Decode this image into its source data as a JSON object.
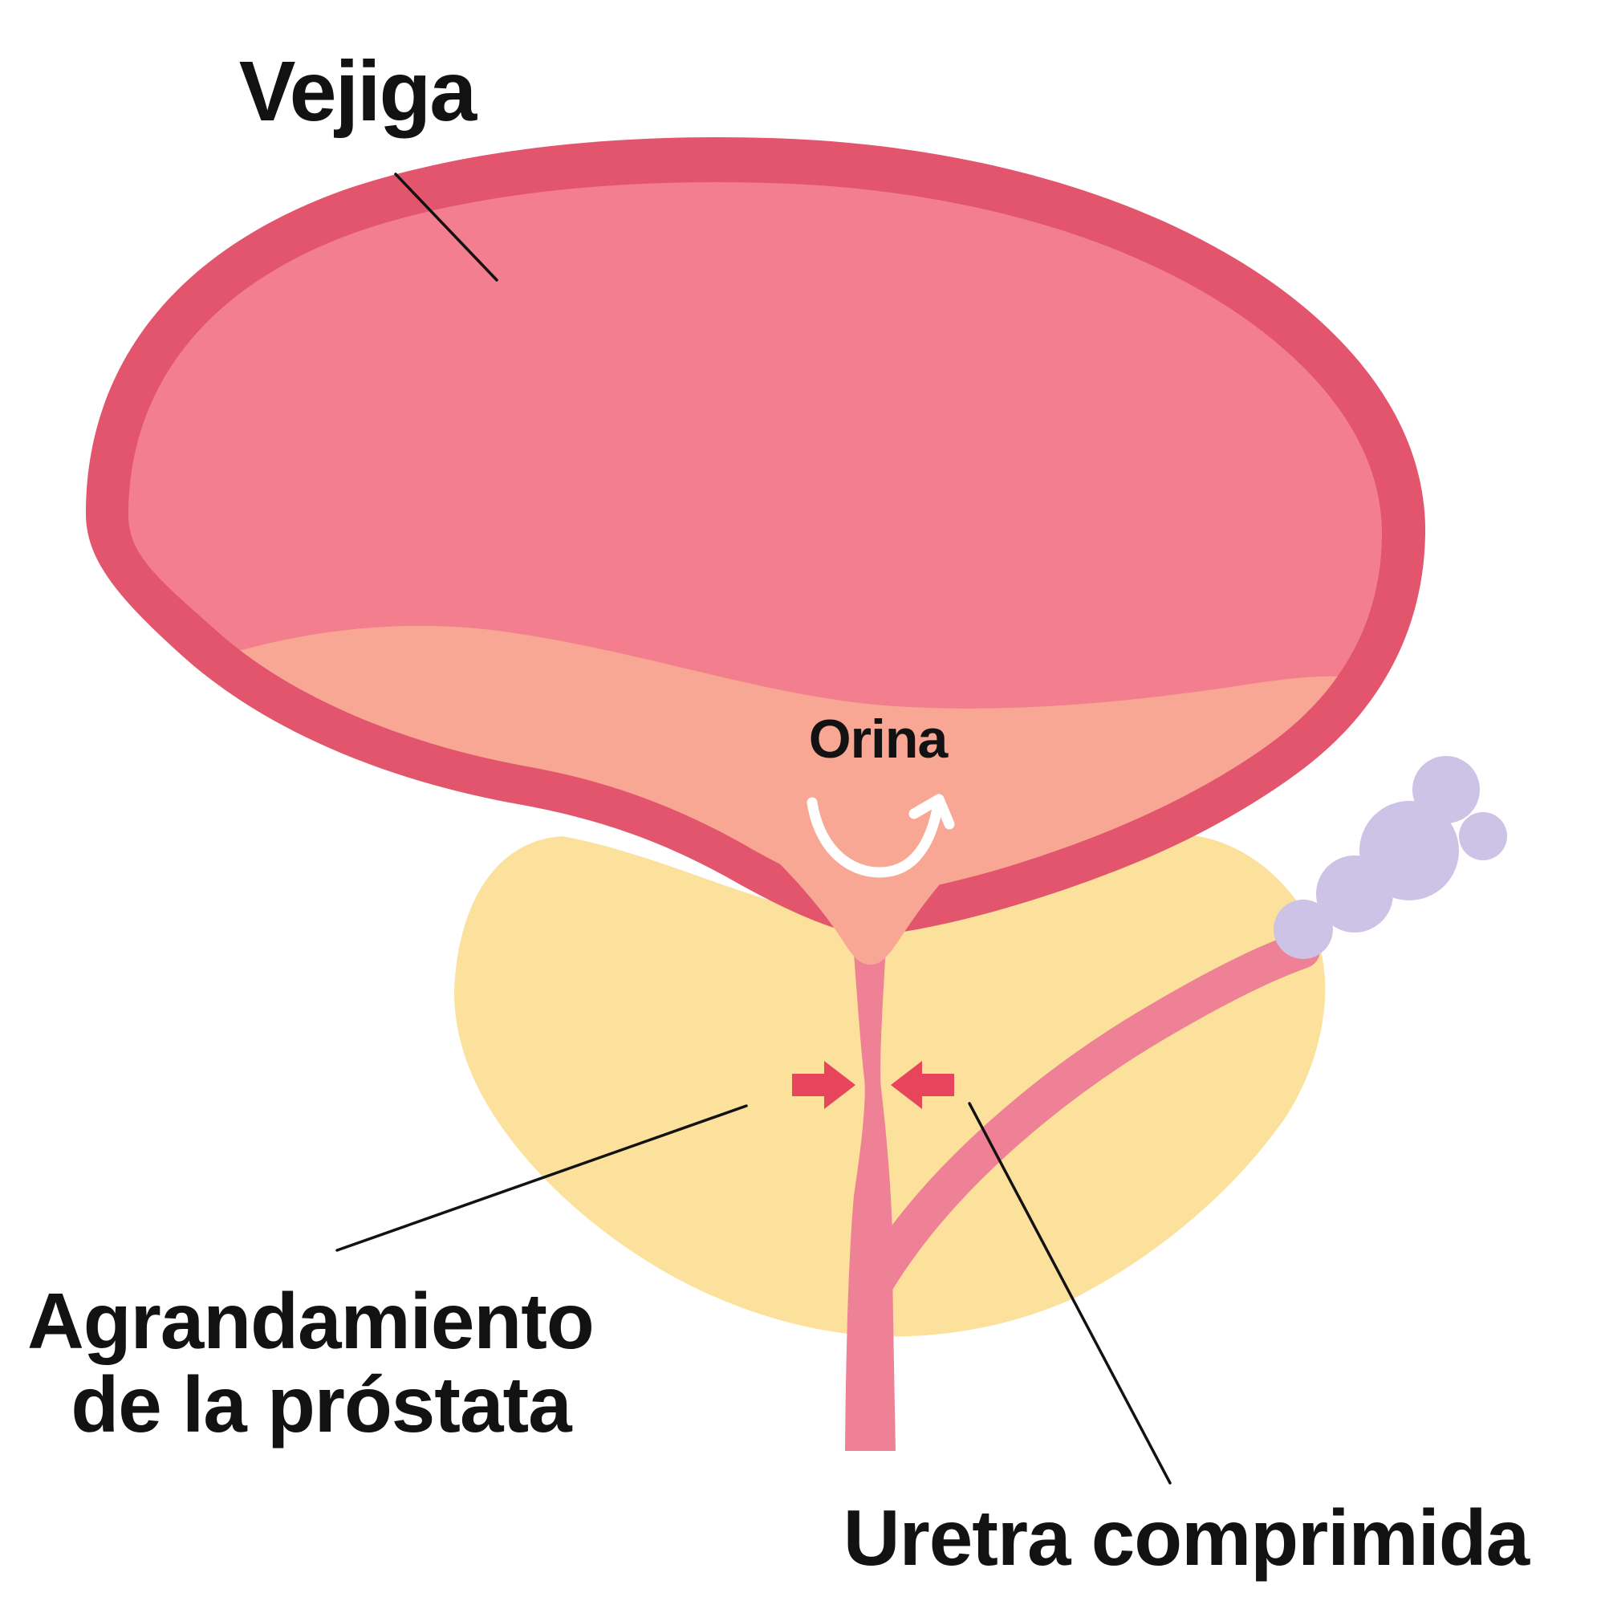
{
  "diagram": {
    "type": "medical-anatomy-illustration",
    "subject": "Benign prostatic hyperplasia — enlarged prostate compressing the urethra (Spanish labels)",
    "labels": {
      "bladder": "Vejiga",
      "urine": "Orina",
      "prostate_line1": "Agrandamiento",
      "prostate_line2": "de la próstata",
      "urethra": "Uretra comprimida"
    },
    "icons": {
      "flow_arrow": "urine-flow-curved-arrow",
      "compression_left": "compression-arrow-pointing-right",
      "compression_right": "compression-arrow-pointing-left"
    },
    "colors": {
      "background": "#FFFFFF",
      "bladder_wall": "#E2556C",
      "bladder_inner": "#F37E8D",
      "urine": "#F8A795",
      "urethra": "#EF8196",
      "prostate": "#FBE19B",
      "compression_arrow": "#E6455C",
      "seminal_vesicle": "#CDC3E6",
      "flow_arrow": "#FFFFFF",
      "label_text": "#121212",
      "leader_line": "#121212"
    }
  }
}
